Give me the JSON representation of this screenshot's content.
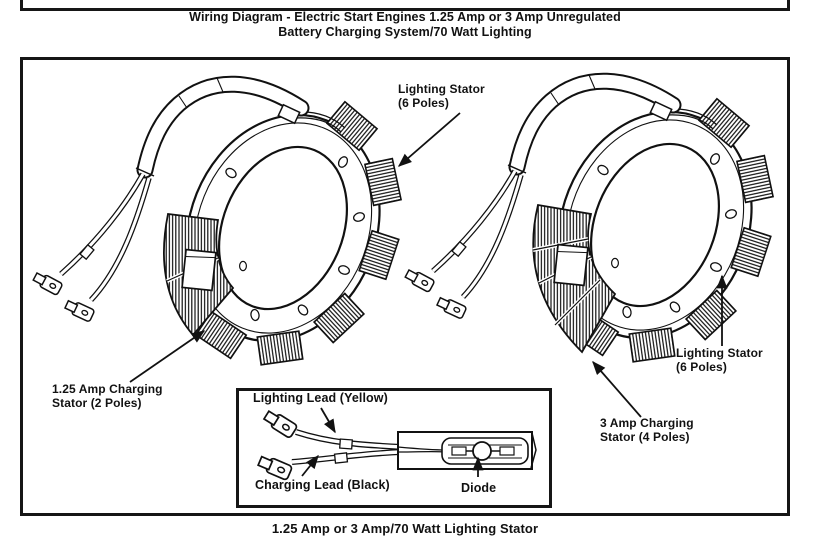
{
  "header": {
    "title_line1": "Wiring Diagram - Electric Start Engines 1.25 Amp or 3 Amp Unregulated",
    "title_line2": "Battery Charging System/70 Watt Lighting"
  },
  "diagram": {
    "left_stator": {
      "lighting_label_line1": "Lighting Stator",
      "lighting_label_line2": "(6 Poles)",
      "charging_label_line1": "1.25 Amp Charging",
      "charging_label_line2": "Stator (2 Poles)"
    },
    "right_stator": {
      "lighting_label_line1": "Lighting Stator",
      "lighting_label_line2": "(6 Poles)",
      "charging_label_line1": "3 Amp Charging",
      "charging_label_line2": "Stator (4 Poles)"
    },
    "inset": {
      "lighting_lead_label": "Lighting Lead (Yellow)",
      "charging_lead_label": "Charging Lead  (Black)",
      "diode_label": "Diode"
    }
  },
  "footer": {
    "caption": "1.25 Amp or 3 Amp/70 Watt Lighting Stator"
  },
  "colors": {
    "ink": "#111111",
    "paper": "#ffffff"
  }
}
